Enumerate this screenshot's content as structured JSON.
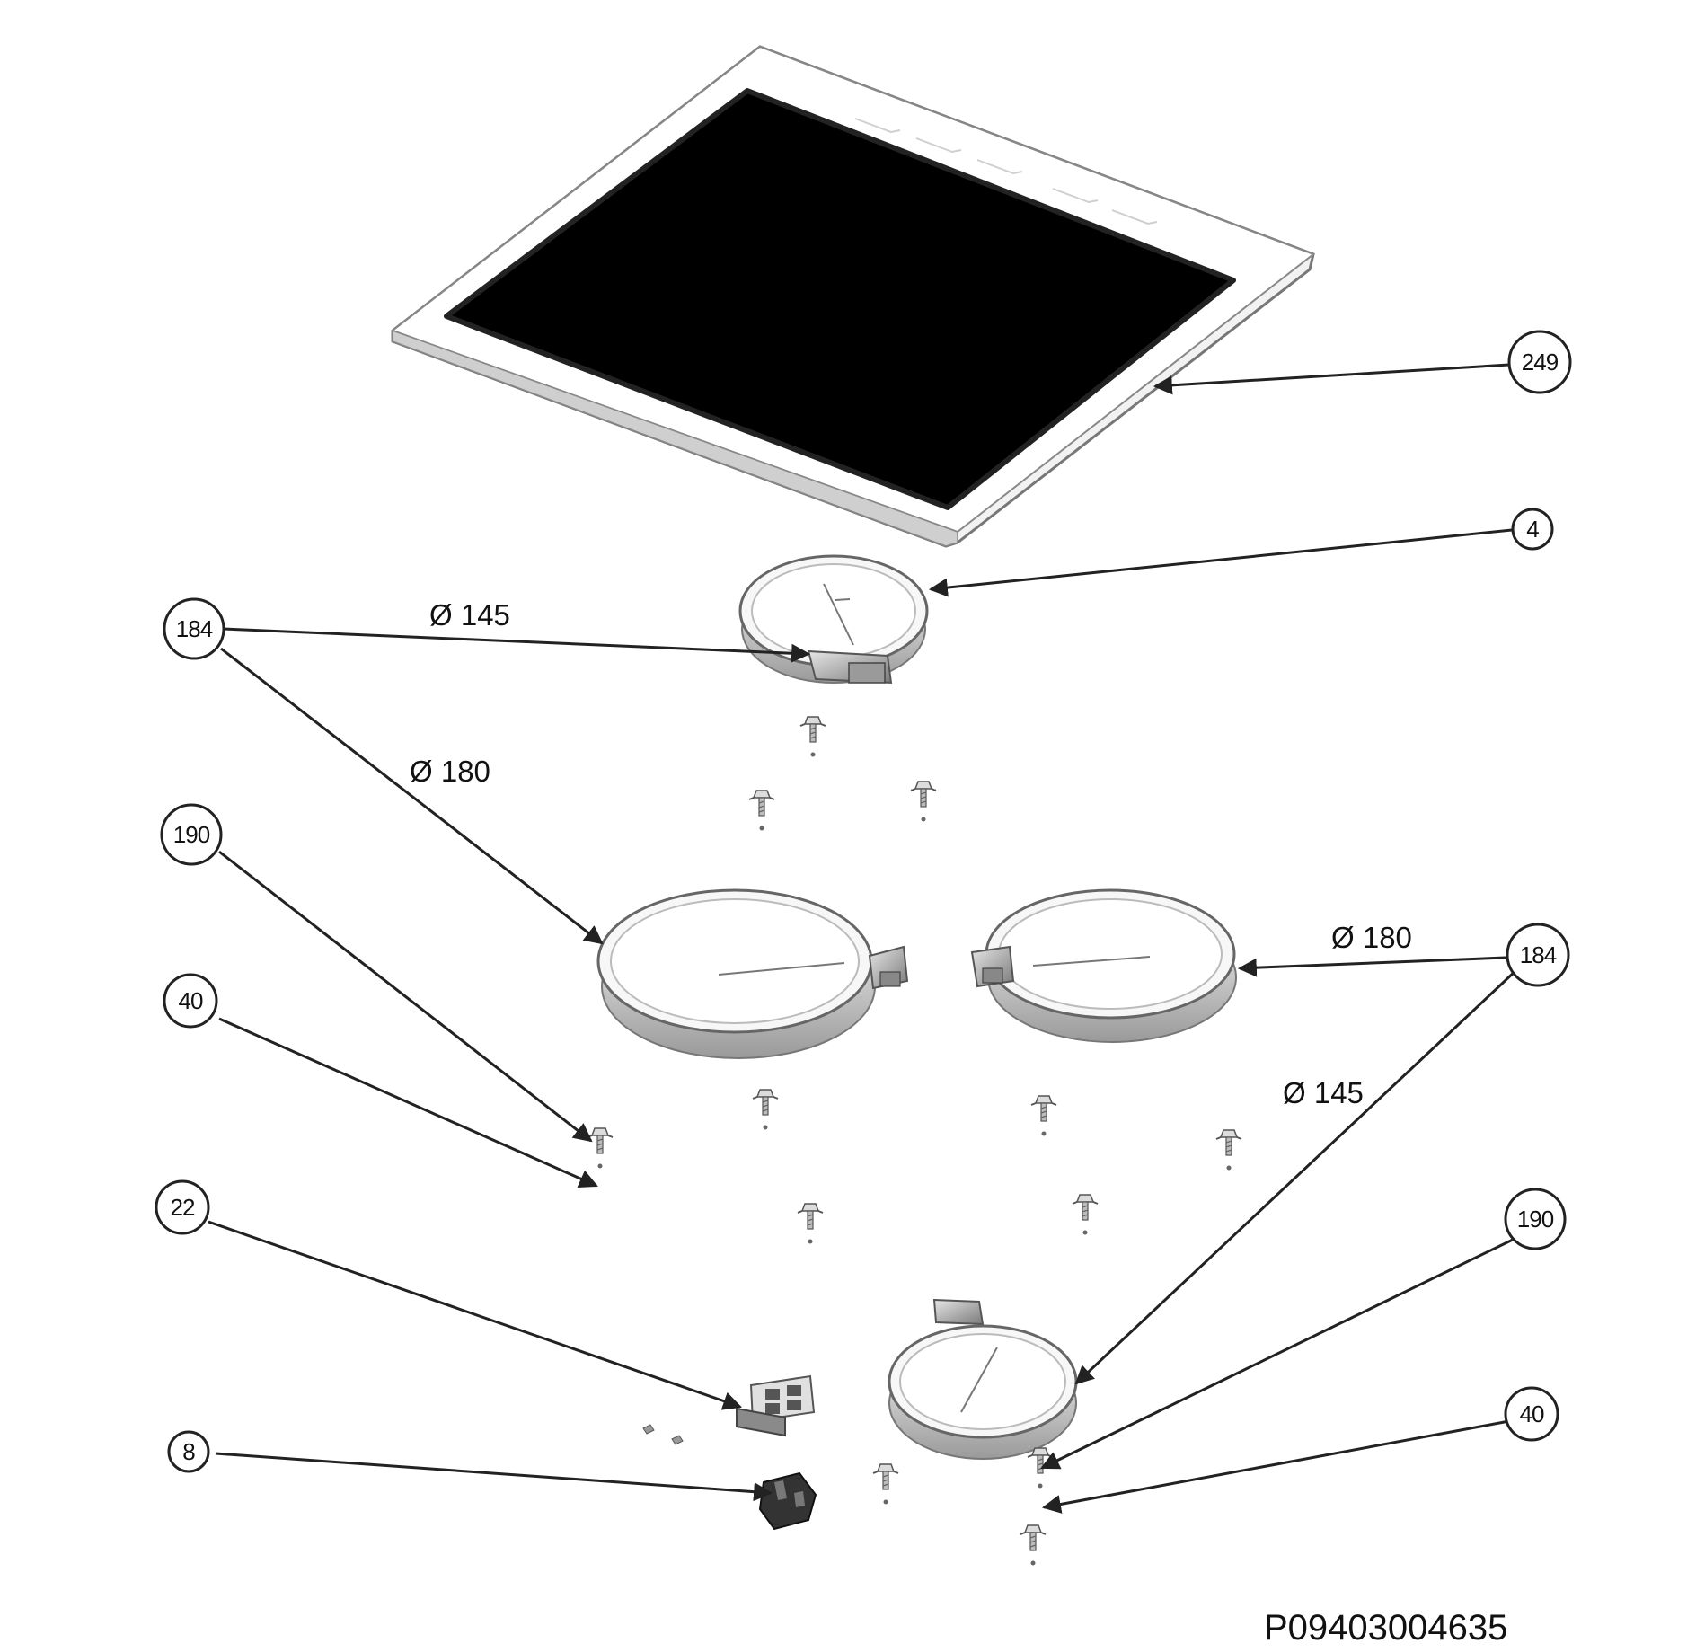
{
  "callouts": {
    "c249": "249",
    "c4": "4",
    "c184_left": "184",
    "c190_left": "190",
    "c40_left": "40",
    "c22": "22",
    "c8": "8",
    "c184_right": "184",
    "c190_right": "190",
    "c40_right": "40"
  },
  "dimensions": {
    "top_zone": "Ø 145",
    "left_zone": "Ø 180",
    "right_zone": "Ø 180",
    "bottom_zone": "Ø 145"
  },
  "drawing_code": "P09403004635",
  "colors": {
    "glass": "#000000",
    "frame": "#ffffff",
    "line": "#222222"
  }
}
